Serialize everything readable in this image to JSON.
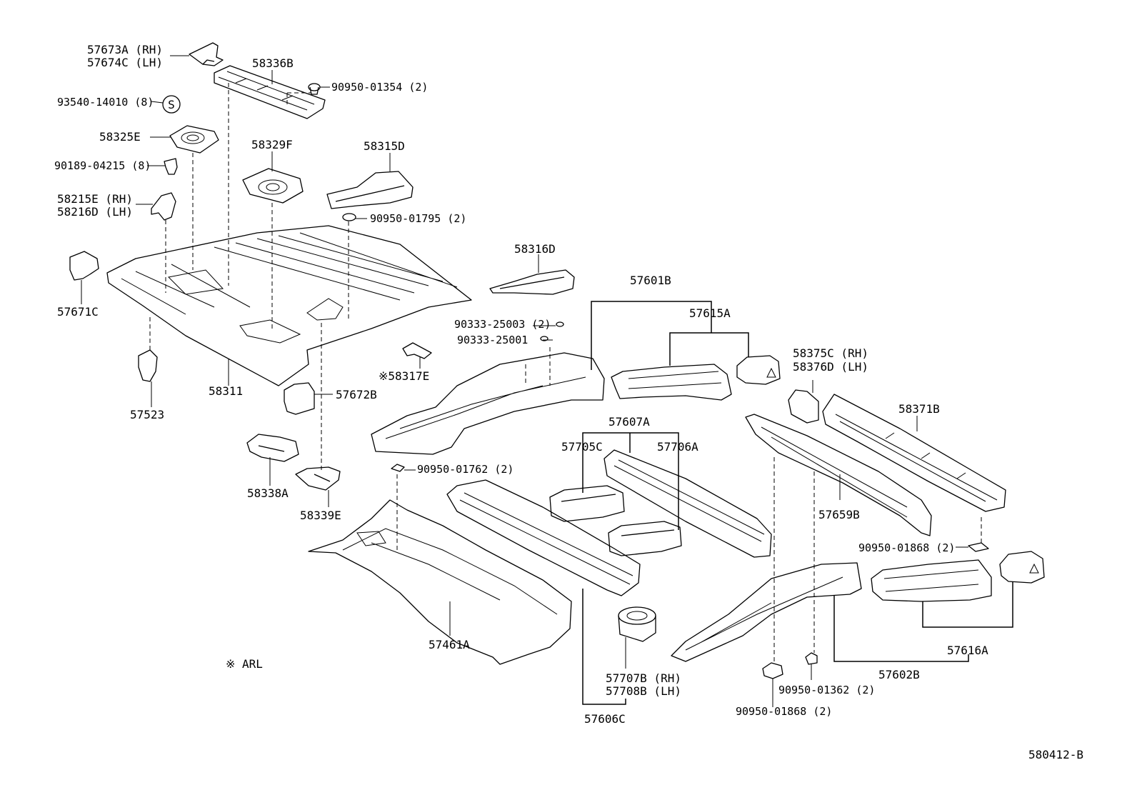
{
  "labels": {
    "p57673A": "57673A (RH)",
    "p57674C": "57674C (LH)",
    "p58336B": "58336B",
    "p9095001354": "90950-01354 (2)",
    "p9354014010": "93540-14010 (8)",
    "s_symbol": "S",
    "p58325E": "58325E",
    "p9018904215": "90189-04215 (8)",
    "p58329F": "58329F",
    "p58315D": "58315D",
    "p58215E": "58215E (RH)",
    "p58216D": "58216D (LH)",
    "p9095001795": "90950-01795 (2)",
    "p58316D": "58316D",
    "p57671C": "57671C",
    "p57601B": "57601B",
    "p57615A": "57615A",
    "p9033325003": "90333-25003 (2)",
    "p9033325001": "90333-25001",
    "p58375C": "58375C (RH)",
    "p58376D": "58376D (LH)",
    "p58317E": "※58317E",
    "p58311": "58311",
    "p57672B": "57672B",
    "p57523": "57523",
    "p57607A": "57607A",
    "p58371B": "58371B",
    "p57705C": "57705C",
    "p57706A": "57706A",
    "p58338A": "58338A",
    "p9095001762": "90950-01762 (2)",
    "p58339E": "58339E",
    "p57659B": "57659B",
    "p9095001868a": "90950-01868 (2)",
    "p57461A": "57461A",
    "p57616A": "57616A",
    "p57602B": "57602B",
    "p57707B": "57707B (RH)",
    "p57708B": "57708B (LH)",
    "p9095001362": "90950-01362 (2)",
    "p9095001868b": "90950-01868 (2)",
    "p57606C": "57606C",
    "note_arl": "※ ARL",
    "ref_code": "580412-B"
  }
}
